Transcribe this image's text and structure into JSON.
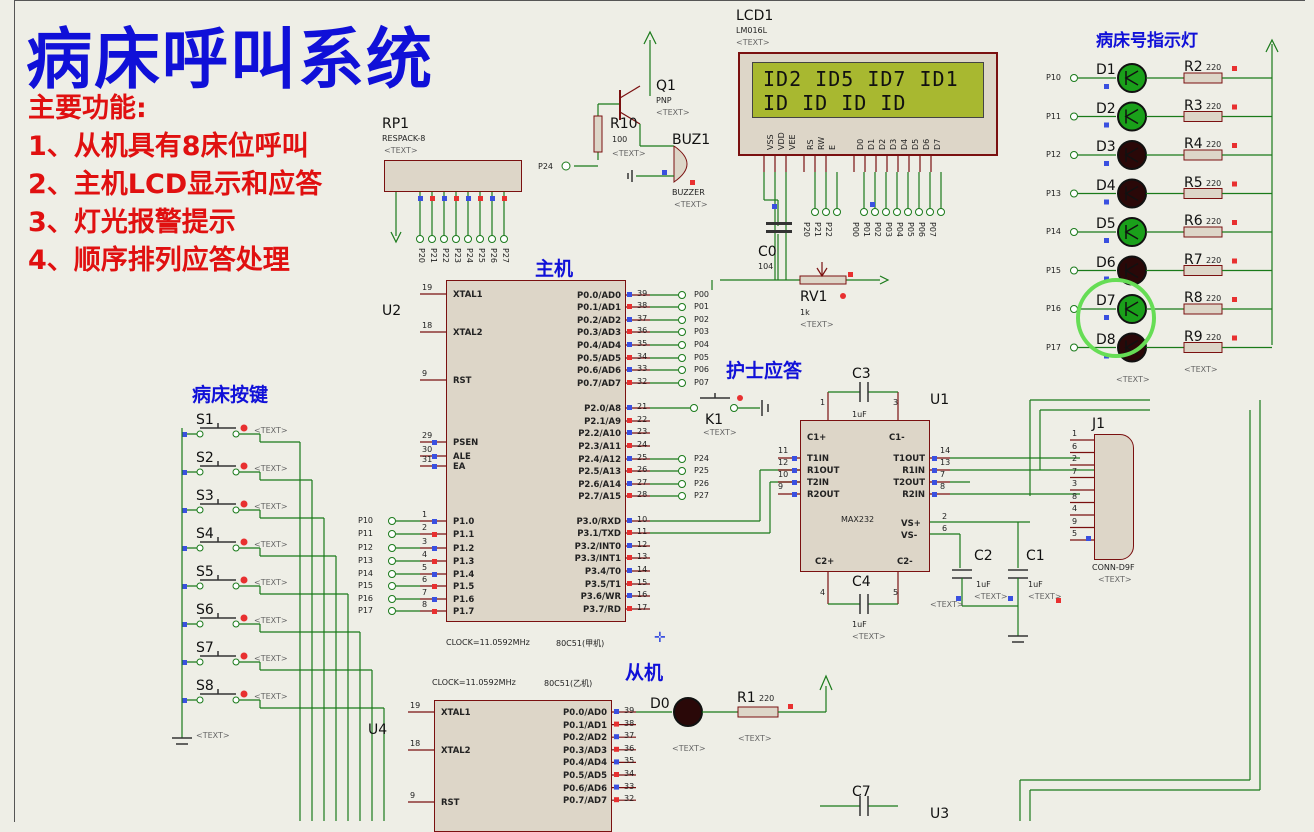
{
  "title": "病床呼叫系统",
  "features": {
    "heading": "主要功能:",
    "items": [
      "1、从机具有8床位呼叫",
      "2、主机LCD显示和应答",
      "3、灯光报警提示",
      "4、顺序排列应答处理"
    ]
  },
  "sections": {
    "master": "主机",
    "slave": "从机",
    "nurse": "护士应答",
    "bed_keys": "病床按键",
    "bed_lights": "病床号指示灯"
  },
  "lcd": {
    "ref": "LCD1",
    "model": "LM016L",
    "text_tag": "<TEXT>",
    "row1": "ID2 ID5 ID7 ID1",
    "row2": "ID  ID  ID  ID",
    "pins": [
      "VSS",
      "VDD",
      "VEE",
      "RS",
      "RW",
      "E",
      "D0",
      "D1",
      "D2",
      "D3",
      "D4",
      "D5",
      "D6",
      "D7"
    ]
  },
  "rp1": {
    "ref": "RP1",
    "model": "RESPACK-8",
    "text": "<TEXT>",
    "pins": [
      "P20",
      "P21",
      "P22",
      "P23",
      "P24",
      "P25",
      "P26",
      "P27"
    ]
  },
  "q1": {
    "ref": "Q1",
    "type": "PNP",
    "text": "<TEXT>"
  },
  "r10": {
    "ref": "R10",
    "value": "100",
    "text": "<TEXT>"
  },
  "buz": {
    "ref": "BUZ1",
    "model": "BUZZER",
    "text": "<TEXT>",
    "net": "P24"
  },
  "rv1": {
    "ref": "RV1",
    "value": "1k",
    "text": "<TEXT>"
  },
  "c0": {
    "ref": "C0",
    "value": "104"
  },
  "lcd_nets": [
    "P20",
    "P21",
    "P22",
    "P00",
    "P01",
    "P02",
    "P03",
    "P04",
    "P05",
    "P06",
    "P07"
  ],
  "u2": {
    "ref": "U2",
    "left_pins": [
      {
        "num": "19",
        "name": "XTAL1"
      },
      {
        "num": "18",
        "name": "XTAL2"
      },
      {
        "num": "9",
        "name": "RST"
      },
      {
        "num": "29",
        "name": "PSEN"
      },
      {
        "num": "30",
        "name": "ALE"
      },
      {
        "num": "31",
        "name": "EA"
      },
      {
        "num": "1",
        "name": "P1.0"
      },
      {
        "num": "2",
        "name": "P1.1"
      },
      {
        "num": "3",
        "name": "P1.2"
      },
      {
        "num": "4",
        "name": "P1.3"
      },
      {
        "num": "5",
        "name": "P1.4"
      },
      {
        "num": "6",
        "name": "P1.5"
      },
      {
        "num": "7",
        "name": "P1.6"
      },
      {
        "num": "8",
        "name": "P1.7"
      }
    ],
    "right_pins": [
      {
        "num": "39",
        "name": "P0.0/AD0"
      },
      {
        "num": "38",
        "name": "P0.1/AD1"
      },
      {
        "num": "37",
        "name": "P0.2/AD2"
      },
      {
        "num": "36",
        "name": "P0.3/AD3"
      },
      {
        "num": "35",
        "name": "P0.4/AD4"
      },
      {
        "num": "34",
        "name": "P0.5/AD5"
      },
      {
        "num": "33",
        "name": "P0.6/AD6"
      },
      {
        "num": "32",
        "name": "P0.7/AD7"
      },
      {
        "num": "21",
        "name": "P2.0/A8"
      },
      {
        "num": "22",
        "name": "P2.1/A9"
      },
      {
        "num": "23",
        "name": "P2.2/A10"
      },
      {
        "num": "24",
        "name": "P2.3/A11"
      },
      {
        "num": "25",
        "name": "P2.4/A12"
      },
      {
        "num": "26",
        "name": "P2.5/A13"
      },
      {
        "num": "27",
        "name": "P2.6/A14"
      },
      {
        "num": "28",
        "name": "P2.7/A15"
      },
      {
        "num": "10",
        "name": "P3.0/RXD"
      },
      {
        "num": "11",
        "name": "P3.1/TXD"
      },
      {
        "num": "12",
        "name": "P3.2/INT0"
      },
      {
        "num": "13",
        "name": "P3.3/INT1"
      },
      {
        "num": "14",
        "name": "P3.4/T0"
      },
      {
        "num": "15",
        "name": "P3.5/T1"
      },
      {
        "num": "16",
        "name": "P3.6/WR"
      },
      {
        "num": "17",
        "name": "P3.7/RD"
      }
    ],
    "p0_nets": [
      "P00",
      "P01",
      "P02",
      "P03",
      "P04",
      "P05",
      "P06",
      "P07"
    ],
    "p2_nets": [
      "P24",
      "P25",
      "P26",
      "P27"
    ],
    "p1_nets": [
      "P10",
      "P11",
      "P12",
      "P13",
      "P14",
      "P15",
      "P16",
      "P17"
    ],
    "clock": "CLOCK=11.0592MHz",
    "chip": "80C51(甲机)"
  },
  "u4": {
    "ref": "U4",
    "left_pins": [
      {
        "num": "19",
        "name": "XTAL1"
      },
      {
        "num": "18",
        "name": "XTAL2"
      },
      {
        "num": "9",
        "name": "RST"
      }
    ],
    "right_pins": [
      {
        "num": "39",
        "name": "P0.0/AD0"
      },
      {
        "num": "38",
        "name": "P0.1/AD1"
      },
      {
        "num": "37",
        "name": "P0.2/AD2"
      },
      {
        "num": "36",
        "name": "P0.3/AD3"
      },
      {
        "num": "35",
        "name": "P0.4/AD4"
      },
      {
        "num": "34",
        "name": "P0.5/AD5"
      },
      {
        "num": "33",
        "name": "P0.6/AD6"
      },
      {
        "num": "32",
        "name": "P0.7/AD7"
      }
    ],
    "clock": "CLOCK=11.0592MHz",
    "chip": "80C51(乙机)"
  },
  "k1": {
    "ref": "K1",
    "text": "<TEXT>"
  },
  "u1": {
    "ref": "U1",
    "chip": "MAX232",
    "left_pins": [
      {
        "num": "11",
        "name": "T1IN"
      },
      {
        "num": "12",
        "name": "R1OUT"
      },
      {
        "num": "10",
        "name": "T2IN"
      },
      {
        "num": "9",
        "name": "R2OUT"
      }
    ],
    "right_pins": [
      {
        "num": "14",
        "name": "T1OUT"
      },
      {
        "num": "13",
        "name": "R1IN"
      },
      {
        "num": "7",
        "name": "T2OUT"
      },
      {
        "num": "8",
        "name": "R2IN"
      }
    ],
    "c1p": "C1+",
    "c1m": "C1-",
    "c2p": "C2+",
    "c2m": "C2-",
    "vsp": "VS+",
    "vsm": "VS-"
  },
  "caps": [
    {
      "ref": "C3",
      "value": "1uF"
    },
    {
      "ref": "C4",
      "value": "1uF"
    },
    {
      "ref": "C2",
      "value": "1uF"
    },
    {
      "ref": "C1",
      "value": "1uF"
    },
    {
      "ref": "C7",
      "value": ""
    }
  ],
  "j1": {
    "ref": "J1",
    "model": "CONN-D9F",
    "pins": [
      "1",
      "6",
      "2",
      "7",
      "3",
      "8",
      "4",
      "9",
      "5"
    ]
  },
  "switches": [
    "S1",
    "S2",
    "S3",
    "S4",
    "S5",
    "S6",
    "S7",
    "S8"
  ],
  "leds": [
    {
      "ref": "D1",
      "net": "P10",
      "res": "R2",
      "rv": "220",
      "on": true
    },
    {
      "ref": "D2",
      "net": "P11",
      "res": "R3",
      "rv": "220",
      "on": true
    },
    {
      "ref": "D3",
      "net": "P12",
      "res": "R4",
      "rv": "220",
      "on": false
    },
    {
      "ref": "D4",
      "net": "P13",
      "res": "R5",
      "rv": "220",
      "on": false
    },
    {
      "ref": "D5",
      "net": "P14",
      "res": "R6",
      "rv": "220",
      "on": true
    },
    {
      "ref": "D6",
      "net": "P15",
      "res": "R7",
      "rv": "220",
      "on": false
    },
    {
      "ref": "D7",
      "net": "P16",
      "res": "R8",
      "rv": "220",
      "on": true
    },
    {
      "ref": "D8",
      "net": "P17",
      "res": "R9",
      "rv": "220",
      "on": false
    }
  ],
  "d0": {
    "ref": "D0",
    "res": "R1",
    "rv": "220"
  },
  "u3": {
    "ref": "U3"
  },
  "text_tag": "<TEXT>",
  "colors": {
    "wire": "#1a7a1a",
    "part": "#7a1010",
    "label_blue": "#1010d8",
    "label_red": "#e01010",
    "led_on": "#1aa01a",
    "led_off": "#2a0808"
  }
}
